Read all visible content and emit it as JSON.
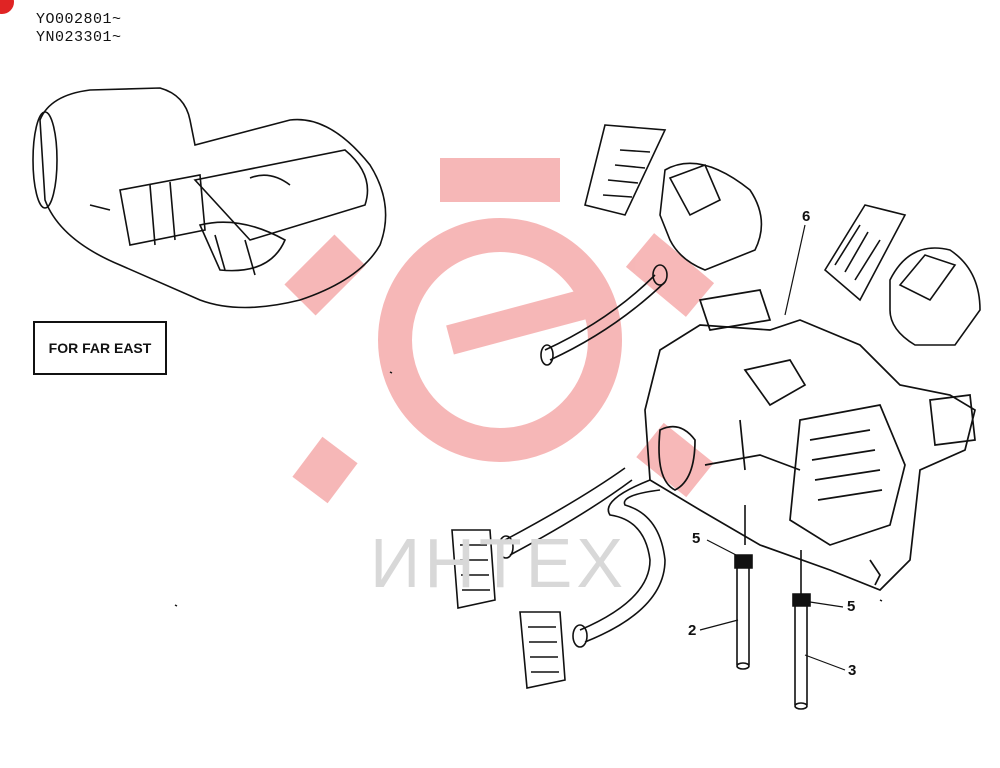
{
  "header": {
    "serial_lines": [
      "YO002801~",
      "YN023301~"
    ]
  },
  "inset": {
    "region_label": "FOR FAR EAST"
  },
  "callouts": [
    {
      "id": "6",
      "label": "6"
    },
    {
      "id": "5a",
      "label": "5"
    },
    {
      "id": "5b",
      "label": "5"
    },
    {
      "id": "2",
      "label": "2"
    },
    {
      "id": "3",
      "label": "3"
    }
  ],
  "watermark": {
    "text": "ИНТЕХ",
    "color": "#f4a0a0"
  },
  "colors": {
    "line": "#111111",
    "corner_mark": "#e02424"
  }
}
